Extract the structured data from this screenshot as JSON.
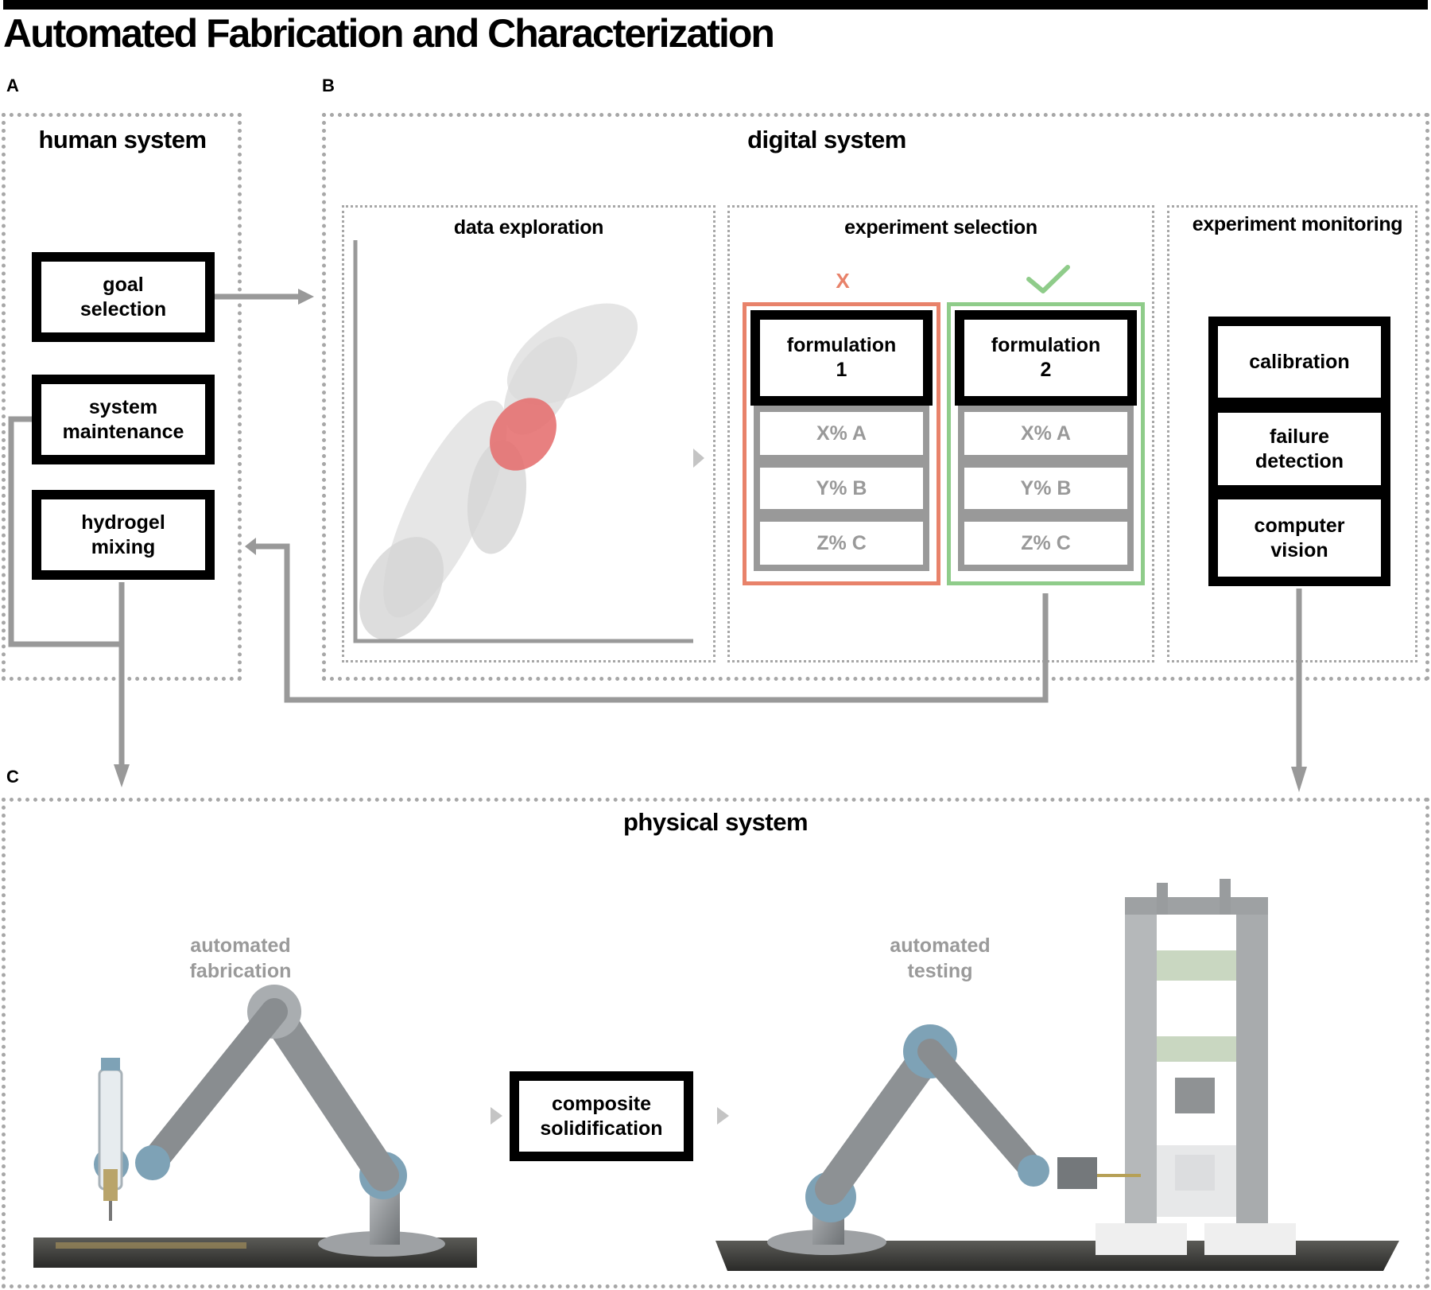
{
  "title": "Automated Fabrication and Characterization",
  "panels": {
    "a": "A",
    "b": "B",
    "c": "C"
  },
  "human_system": {
    "heading": "human system",
    "boxes": [
      "goal\nselection",
      "system\nmaintenance",
      "hydrogel\nmixing"
    ]
  },
  "digital_system": {
    "heading": "digital system",
    "data_exploration": {
      "heading": "data exploration"
    },
    "experiment_selection": {
      "heading": "experiment selection",
      "reject_mark": "X",
      "formulation_1": {
        "title": "formulation\n1",
        "rows": [
          "X% A",
          "Y% B",
          "Z% C"
        ]
      },
      "formulation_2": {
        "title": "formulation\n2",
        "rows": [
          "X% A",
          "Y% B",
          "Z% C"
        ]
      }
    },
    "experiment_monitoring": {
      "heading": "experiment monitoring",
      "boxes": [
        "calibration",
        "failure\ndetection",
        "computer\nvision"
      ]
    }
  },
  "physical_system": {
    "heading": "physical system",
    "automated_fabrication": "automated\nfabrication",
    "composite_solidification": "composite\nsolidification",
    "automated_testing": "automated\ntesting"
  },
  "colors": {
    "reject": "#e8826a",
    "accept": "#8fcc8a",
    "highlight": "#e56e6e",
    "arrow": "#999999"
  }
}
